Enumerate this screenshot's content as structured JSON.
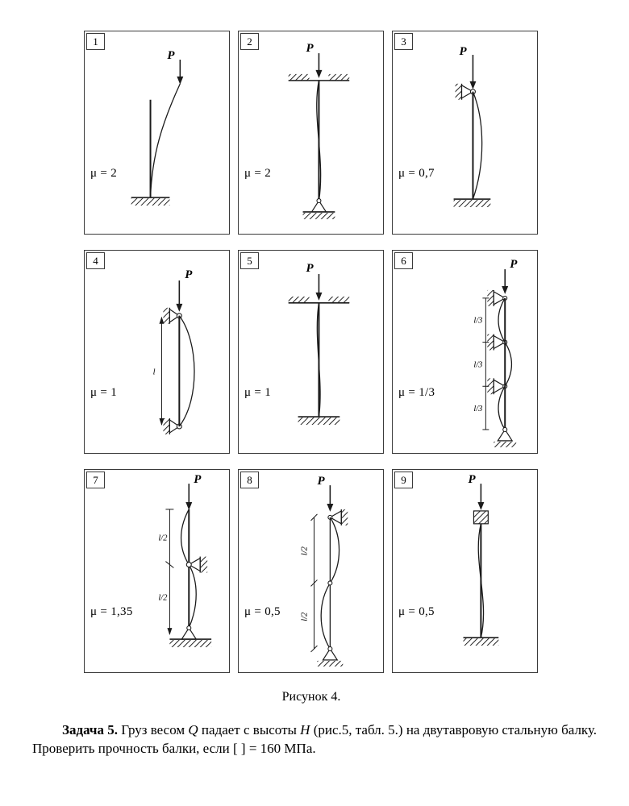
{
  "figure": {
    "caption": "Рисунок 4."
  },
  "panels": [
    {
      "number": "1",
      "mu": "μ = 2",
      "load": "P"
    },
    {
      "number": "2",
      "mu": "μ = 2",
      "load": "P"
    },
    {
      "number": "3",
      "mu": "μ = 0,7",
      "load": "P"
    },
    {
      "number": "4",
      "mu": "μ = 1",
      "load": "P",
      "dim": "l"
    },
    {
      "number": "5",
      "mu": "μ = 1",
      "load": "P"
    },
    {
      "number": "6",
      "mu": "μ = 1/3",
      "load": "P",
      "dims": [
        "l/3",
        "l/3",
        "l/3"
      ]
    },
    {
      "number": "7",
      "mu": "μ = 1,35",
      "load": "P",
      "dims": [
        "l/2",
        "l/2"
      ]
    },
    {
      "number": "8",
      "mu": "μ = 0,5",
      "load": "P",
      "dims": [
        "l/2",
        "l/2"
      ]
    },
    {
      "number": "9",
      "mu": "μ = 0,5",
      "load": "P"
    }
  ],
  "problem": {
    "label": "Задача 5.",
    "part1": " Груз весом ",
    "var1": "Q",
    "part2": " падает с высоты ",
    "var2": "H",
    "part3": " (рис.5, табл. 5.) на двутавровую стальную балку. Проверить прочность балки, если [ ] = 160 МПа."
  }
}
